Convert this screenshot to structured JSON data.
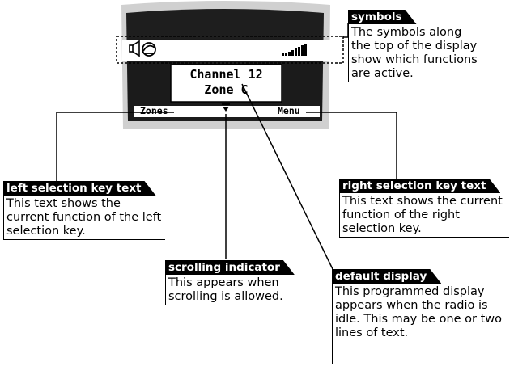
{
  "display": {
    "line1": "Channel 12",
    "line2": "Zone C",
    "left_softkey": "Zones",
    "right_softkey": "Menu"
  },
  "icons": {
    "speaker": "speaker-icon",
    "scan": "scan-icon",
    "signal": "signal-strength-icon",
    "scroll": "scroll-down-arrow-icon"
  },
  "callouts": {
    "symbols": {
      "title": "symbols",
      "text": "The symbols along the top of the display show which functions are active."
    },
    "left_key": {
      "title": "left selection key text",
      "text": "This text shows the current function of the left selection key."
    },
    "right_key": {
      "title": "right selection key text",
      "text": "This text shows the current function of the right selection key."
    },
    "scrolling": {
      "title": "scrolling indicator",
      "text": "This appears when scrolling is allowed."
    },
    "default_display": {
      "title": "default display",
      "text": "This programmed display appears when the radio is idle. This may be one or two lines of text."
    }
  }
}
